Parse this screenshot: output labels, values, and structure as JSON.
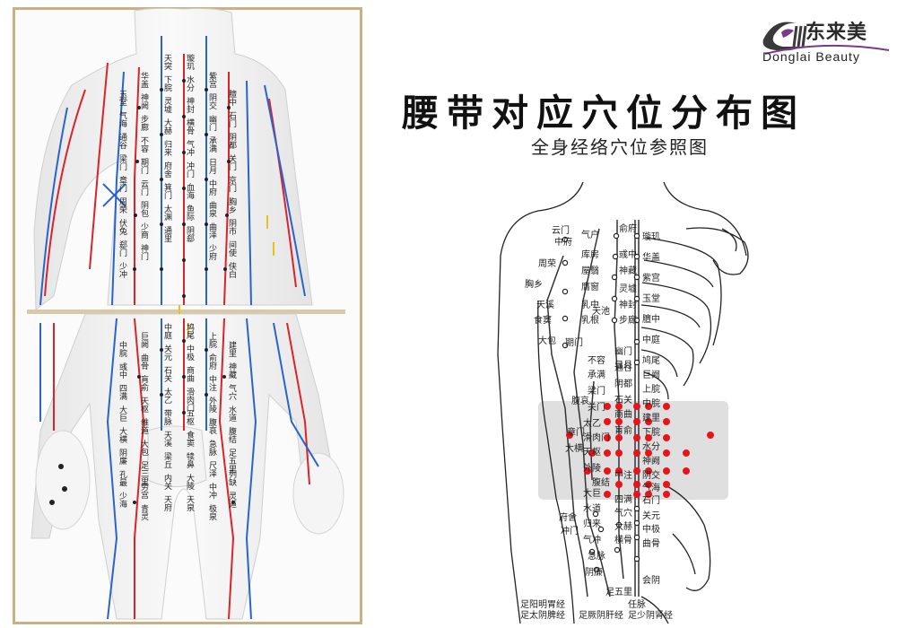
{
  "brand": {
    "name_cn": "东来美",
    "name_en": "Donglai Beauty",
    "accent": "#7a3a8c"
  },
  "header": {
    "title": "腰带对应穴位分布图",
    "subtitle": "全身经络穴位参照图"
  },
  "colors": {
    "frame_border": "#c9b186",
    "meridian_red": "#d8242a",
    "meridian_blue": "#2a64c8",
    "acupoint_highlight": "#e8141c",
    "belt_band": "#d9d9d9"
  },
  "diagram": {
    "column_labels": {
      "top_left": "云门",
      "top_mid": "俞府",
      "top_right": "璇玑"
    },
    "left_points": [
      "云门",
      "中府",
      "周荣",
      "胸乡",
      "天溪",
      "食窦",
      "大包",
      "期门",
      "腹哀",
      "章门",
      "大横",
      "府舍",
      "冲门"
    ],
    "stomach_points": [
      "气户",
      "库房",
      "屋翳",
      "膺窗",
      "乳中",
      "乳根",
      "不容",
      "承满",
      "梁门",
      "关门",
      "太乙",
      "滑肉门",
      "天枢",
      "外陵",
      "大巨",
      "水道",
      "归来",
      "气冲"
    ],
    "kidney_points": [
      "俞府",
      "彧中",
      "神藏",
      "灵墟",
      "神封",
      "步廊",
      "幽门",
      "通谷",
      "阴都",
      "石关",
      "商曲",
      "肓俞",
      "中注",
      "四满",
      "气穴",
      "大赫",
      "横骨"
    ],
    "ren_points": [
      "璇玑",
      "华盖",
      "紫宫",
      "玉堂",
      "膻中",
      "中庭",
      "鸠尾",
      "巨阙",
      "上脘",
      "中脘",
      "建里",
      "下脘",
      "水分",
      "神阙",
      "阴交",
      "气海",
      "石门",
      "关元",
      "中极",
      "曲骨",
      "会阴"
    ],
    "other_labels": [
      "日月",
      "急脉",
      "阴廉",
      "足五里",
      "天池",
      "腹结"
    ],
    "meridian_names": [
      "足阳明胃经",
      "足太阴脾经",
      "足厥阴肝经",
      "任脉",
      "足少阴肾经"
    ]
  },
  "figure_labels": [
    "天突",
    "璇玑",
    "华盖",
    "紫宫",
    "玉堂",
    "膻中",
    "中庭",
    "鸠尾",
    "巨阙",
    "上脘",
    "中脘",
    "建里",
    "下脘",
    "水分",
    "神阙",
    "阴交",
    "气海",
    "石门",
    "关元",
    "中极",
    "曲骨",
    "俞府",
    "彧中",
    "神藏",
    "灵墟",
    "神封",
    "步廊",
    "幽门",
    "通谷",
    "阴都",
    "石关",
    "商曲",
    "肓俞",
    "中注",
    "四满",
    "气穴",
    "大赫",
    "横骨",
    "不容",
    "承满",
    "梁门",
    "关门",
    "太乙",
    "滑肉门",
    "天枢",
    "外陵",
    "大巨",
    "水道",
    "归来",
    "气冲",
    "期门",
    "日月",
    "章门",
    "京门",
    "带脉",
    "五枢",
    "维道",
    "腹哀",
    "大横",
    "腹结",
    "府舍",
    "冲门",
    "云门",
    "中府",
    "周荣",
    "胸乡",
    "天溪",
    "食窦",
    "大包",
    "急脉",
    "阴廉",
    "足五里",
    "箕门",
    "血海",
    "阴包",
    "曲泉",
    "伏兔",
    "阴市",
    "梁丘",
    "犊鼻",
    "足三里",
    "尺泽",
    "孔最",
    "列缺",
    "太渊",
    "鱼际",
    "少商",
    "曲泽",
    "郄门",
    "间使",
    "内关",
    "大陵",
    "劳宫",
    "中冲",
    "少海",
    "灵道",
    "通里",
    "阴郄",
    "神门",
    "少府",
    "少冲",
    "侠白",
    "天府",
    "天泉",
    "青灵",
    "极泉"
  ]
}
